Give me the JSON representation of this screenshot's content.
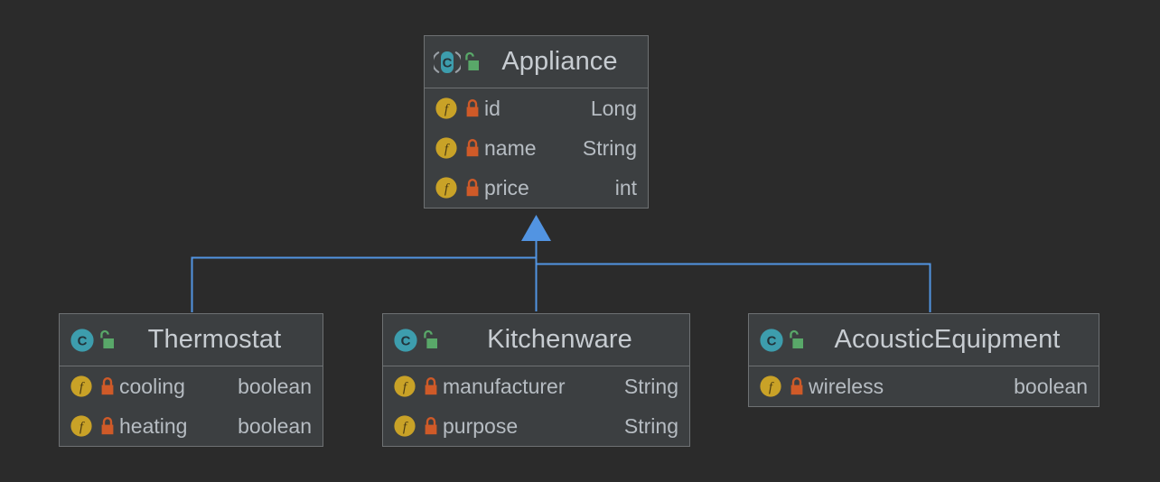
{
  "theme": {
    "canvas_bg": "#2b2b2b",
    "node_bg": "#3c3f41",
    "node_border": "#6e7173",
    "class_name_color": "#c7ccd1",
    "member_text_color": "#b6bcc2",
    "edge_color": "#5294e2",
    "class_icon_color": "#3d9dad",
    "field_icon_color": "#c9a227",
    "public_lock_color": "#59a869",
    "private_lock_color": "#cf5a28"
  },
  "diagram": {
    "kind": "uml-class-diagram",
    "relation": "generalization",
    "classes": [
      {
        "id": "appliance",
        "name": "Appliance",
        "stereotype": "abstract-class",
        "class_icon": "abstract-class-icon",
        "visibility_icon": "public-unlocked-icon",
        "fields": [
          {
            "name": "id",
            "type": "Long",
            "field_icon": "field-icon",
            "visibility_icon": "private-locked-icon"
          },
          {
            "name": "name",
            "type": "String",
            "field_icon": "field-icon",
            "visibility_icon": "private-locked-icon"
          },
          {
            "name": "price",
            "type": "int",
            "field_icon": "field-icon",
            "visibility_icon": "private-locked-icon"
          }
        ]
      },
      {
        "id": "thermostat",
        "name": "Thermostat",
        "stereotype": "class",
        "class_icon": "class-icon",
        "visibility_icon": "public-unlocked-icon",
        "fields": [
          {
            "name": "cooling",
            "type": "boolean",
            "field_icon": "field-icon",
            "visibility_icon": "private-locked-icon"
          },
          {
            "name": "heating",
            "type": "boolean",
            "field_icon": "field-icon",
            "visibility_icon": "private-locked-icon"
          }
        ]
      },
      {
        "id": "kitchenware",
        "name": "Kitchenware",
        "stereotype": "class",
        "class_icon": "class-icon",
        "visibility_icon": "public-unlocked-icon",
        "fields": [
          {
            "name": "manufacturer",
            "type": "String",
            "field_icon": "field-icon",
            "visibility_icon": "private-locked-icon"
          },
          {
            "name": "purpose",
            "type": "String",
            "field_icon": "field-icon",
            "visibility_icon": "private-locked-icon"
          }
        ]
      },
      {
        "id": "acousticequipment",
        "name": "AcousticEquipment",
        "stereotype": "class",
        "class_icon": "class-icon",
        "visibility_icon": "public-unlocked-icon",
        "fields": [
          {
            "name": "wireless",
            "type": "boolean",
            "field_icon": "field-icon",
            "visibility_icon": "private-locked-icon"
          }
        ]
      }
    ],
    "edges": [
      {
        "from": "thermostat",
        "to": "appliance",
        "type": "generalization"
      },
      {
        "from": "kitchenware",
        "to": "appliance",
        "type": "generalization"
      },
      {
        "from": "acousticequipment",
        "to": "appliance",
        "type": "generalization"
      }
    ]
  }
}
